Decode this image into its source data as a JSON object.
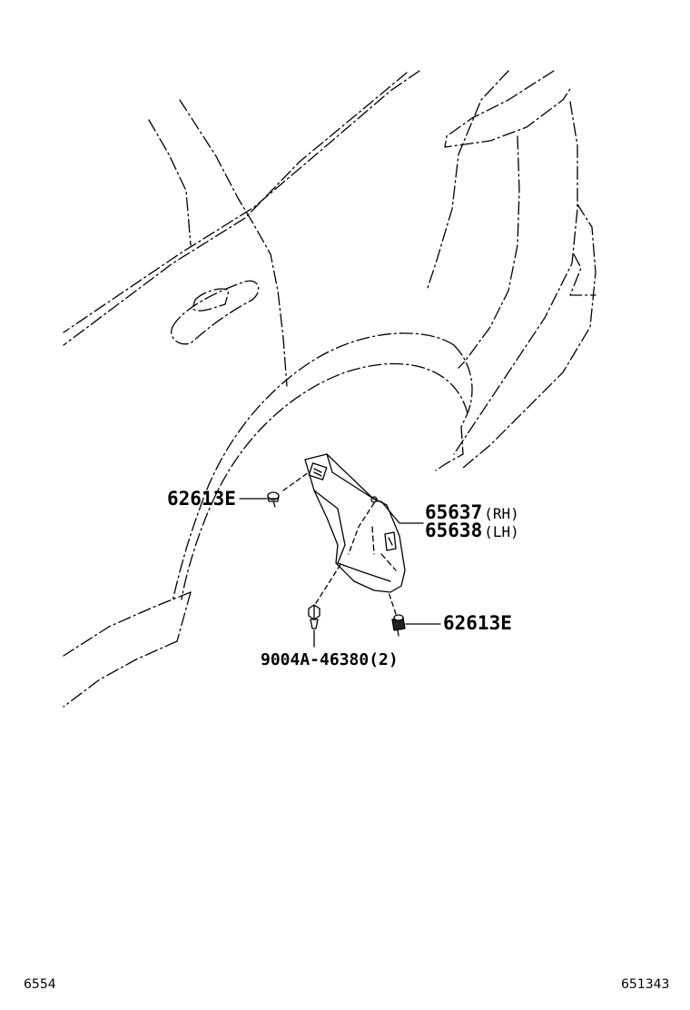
{
  "callouts": {
    "clip_upper": "62613E",
    "liner_rh_number": "65637",
    "liner_rh_side": "(RH)",
    "liner_lh_number": "65638",
    "liner_lh_side": "(LH)",
    "clip_lower": "62613E",
    "screw": "9004A-46380(2)"
  },
  "footer": {
    "left_code": "6554",
    "right_code": "651343"
  }
}
